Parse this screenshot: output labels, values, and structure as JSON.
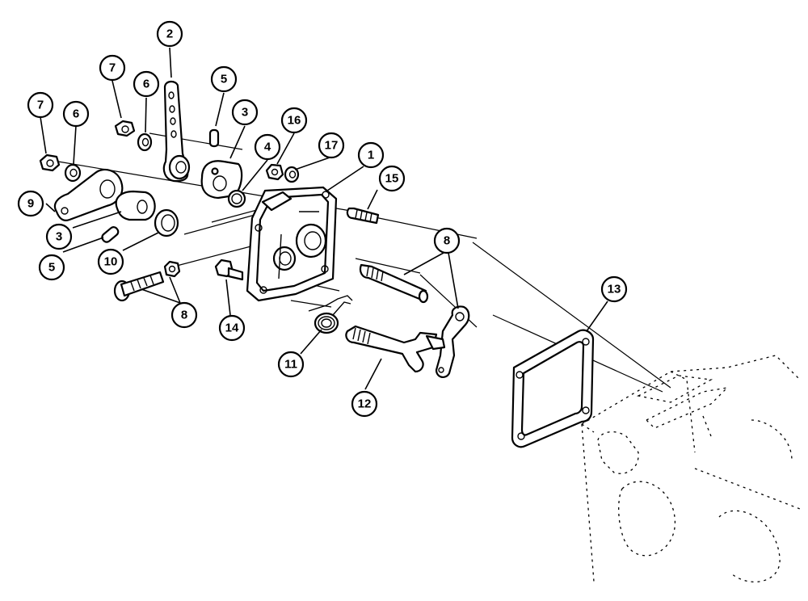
{
  "callouts": [
    {
      "id": "c2",
      "label": "2"
    },
    {
      "id": "c7a",
      "label": "7"
    },
    {
      "id": "c6a",
      "label": "6"
    },
    {
      "id": "c5a",
      "label": "5"
    },
    {
      "id": "c3a",
      "label": "3"
    },
    {
      "id": "c7b",
      "label": "7"
    },
    {
      "id": "c6b",
      "label": "6"
    },
    {
      "id": "c16",
      "label": "16"
    },
    {
      "id": "c4",
      "label": "4"
    },
    {
      "id": "c17",
      "label": "17"
    },
    {
      "id": "c1",
      "label": "1"
    },
    {
      "id": "c15",
      "label": "15"
    },
    {
      "id": "c9",
      "label": "9"
    },
    {
      "id": "c3b",
      "label": "3"
    },
    {
      "id": "c5b",
      "label": "5"
    },
    {
      "id": "c10",
      "label": "10"
    },
    {
      "id": "c8a",
      "label": "8"
    },
    {
      "id": "c8b",
      "label": "8"
    },
    {
      "id": "c14",
      "label": "14"
    },
    {
      "id": "c13",
      "label": "13"
    },
    {
      "id": "c11",
      "label": "11"
    },
    {
      "id": "c12",
      "label": "12"
    }
  ]
}
